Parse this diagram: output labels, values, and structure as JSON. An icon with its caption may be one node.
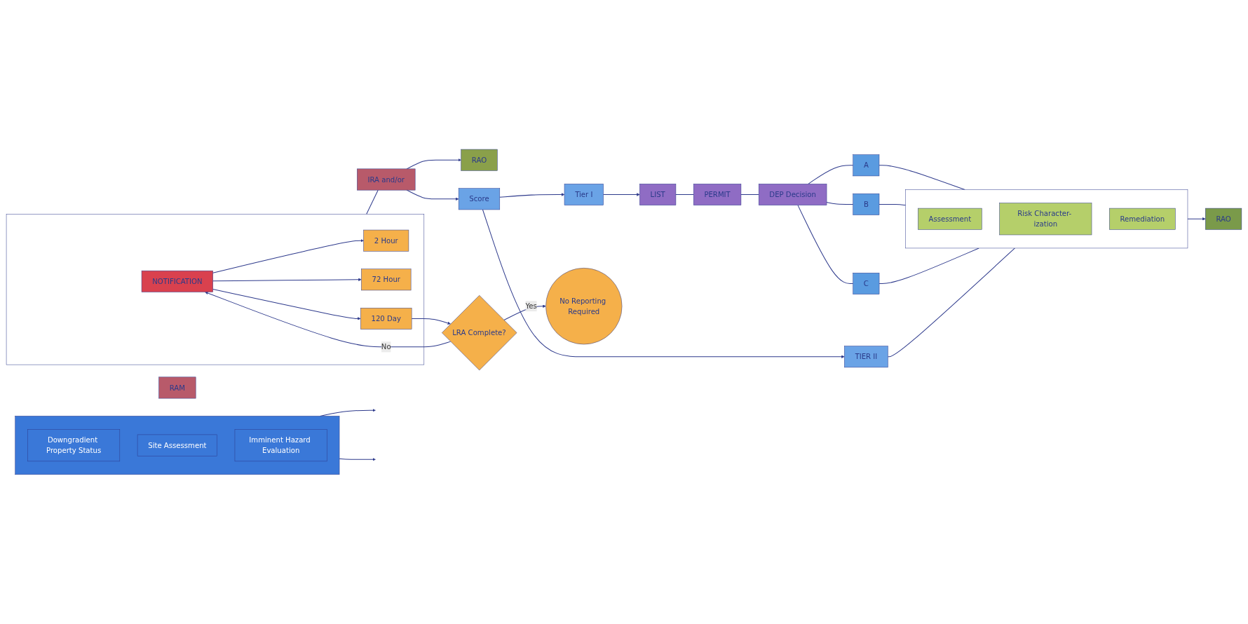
{
  "diagram": {
    "nodes": [
      {
        "text": [],
        "shape": "box"
      },
      {
        "text": [
          "NOTIFICATION"
        ],
        "in": 0
      },
      {
        "text": [
          "2 Hour"
        ],
        "in": 0
      },
      {
        "text": [
          "72 Hour"
        ],
        "in": 0
      },
      {
        "text": [
          "120 Day"
        ],
        "in": 0
      },
      {
        "text": [
          "IRA and/or"
        ]
      },
      {
        "text": [
          "RAM"
        ]
      },
      {
        "text": [
          "RAO"
        ]
      },
      {
        "text": [
          "Score"
        ]
      },
      {
        "text": [
          "Tier I"
        ]
      },
      {
        "text": [
          "LIST"
        ]
      },
      {
        "text": [
          "PERMIT"
        ]
      },
      {
        "text": [
          "DEP Decision"
        ]
      },
      {
        "text": [
          "A"
        ]
      },
      {
        "text": [
          "B"
        ]
      },
      {
        "text": [
          "C"
        ]
      },
      {
        "text": [],
        "shape": "box"
      },
      {
        "text": [
          "Assessment"
        ],
        "in": 16
      },
      {
        "text": [
          "Risk Character- ization"
        ],
        "in": 16
      },
      {
        "text": [
          "Remediation"
        ],
        "in": 16
      },
      {
        "text": [
          "RAO"
        ]
      },
      {
        "text": [
          "TIER II"
        ]
      },
      {
        "text": [
          "LRA Complete?"
        ]
      },
      {
        "text": [
          "No Reporting Required"
        ]
      },
      {
        "text": [],
        "shape": "box"
      },
      {
        "text": [
          "Downgradient Property Status"
        ],
        "in": 24
      },
      {
        "text": [
          "Site Assessment"
        ],
        "in": 24
      },
      {
        "text": [
          "Imminent Hazard Evaluation"
        ],
        "in": 24
      }
    ],
    "edges": [
      {
        "from": 1,
        "to": 2,
        "arrow": "to"
      },
      {
        "from": 1,
        "to": 3,
        "arrow": "to"
      },
      {
        "from": 1,
        "to": 4,
        "arrow": "to"
      },
      {
        "from": 4,
        "to": 22,
        "arrow": "to"
      },
      {
        "from": 22,
        "to": 1,
        "arrow": "to",
        "label": "No"
      },
      {
        "from": 22,
        "to": 23,
        "arrow": "to",
        "label": "Yes"
      },
      {
        "from": 0,
        "to": 5,
        "arrow": "none"
      },
      {
        "from": 5,
        "to": 7,
        "arrow": "to"
      },
      {
        "from": 5,
        "to": 8,
        "arrow": "to"
      },
      {
        "from": 8,
        "to": 9,
        "arrow": "to"
      },
      {
        "from": 8,
        "to": 21,
        "arrow": "to"
      },
      {
        "from": 9,
        "to": 10,
        "arrow": "to"
      },
      {
        "from": 10,
        "to": 11,
        "arrow": "none"
      },
      {
        "from": 11,
        "to": 12,
        "arrow": "none"
      },
      {
        "from": 12,
        "to": 13,
        "arrow": "none"
      },
      {
        "from": 12,
        "to": 14,
        "arrow": "none"
      },
      {
        "from": 12,
        "to": 15,
        "arrow": "none"
      },
      {
        "from": 13,
        "to": 16,
        "arrow": "none"
      },
      {
        "from": 14,
        "to": 16,
        "arrow": "none"
      },
      {
        "from": 15,
        "to": 16,
        "arrow": "none"
      },
      {
        "from": 21,
        "to": 16,
        "arrow": "none"
      },
      {
        "from": 16,
        "to": 20,
        "arrow": "to"
      },
      {
        "from": 24,
        "to": null,
        "arrow": "to"
      },
      {
        "from": 24,
        "to": null,
        "arrow": "to"
      }
    ]
  }
}
